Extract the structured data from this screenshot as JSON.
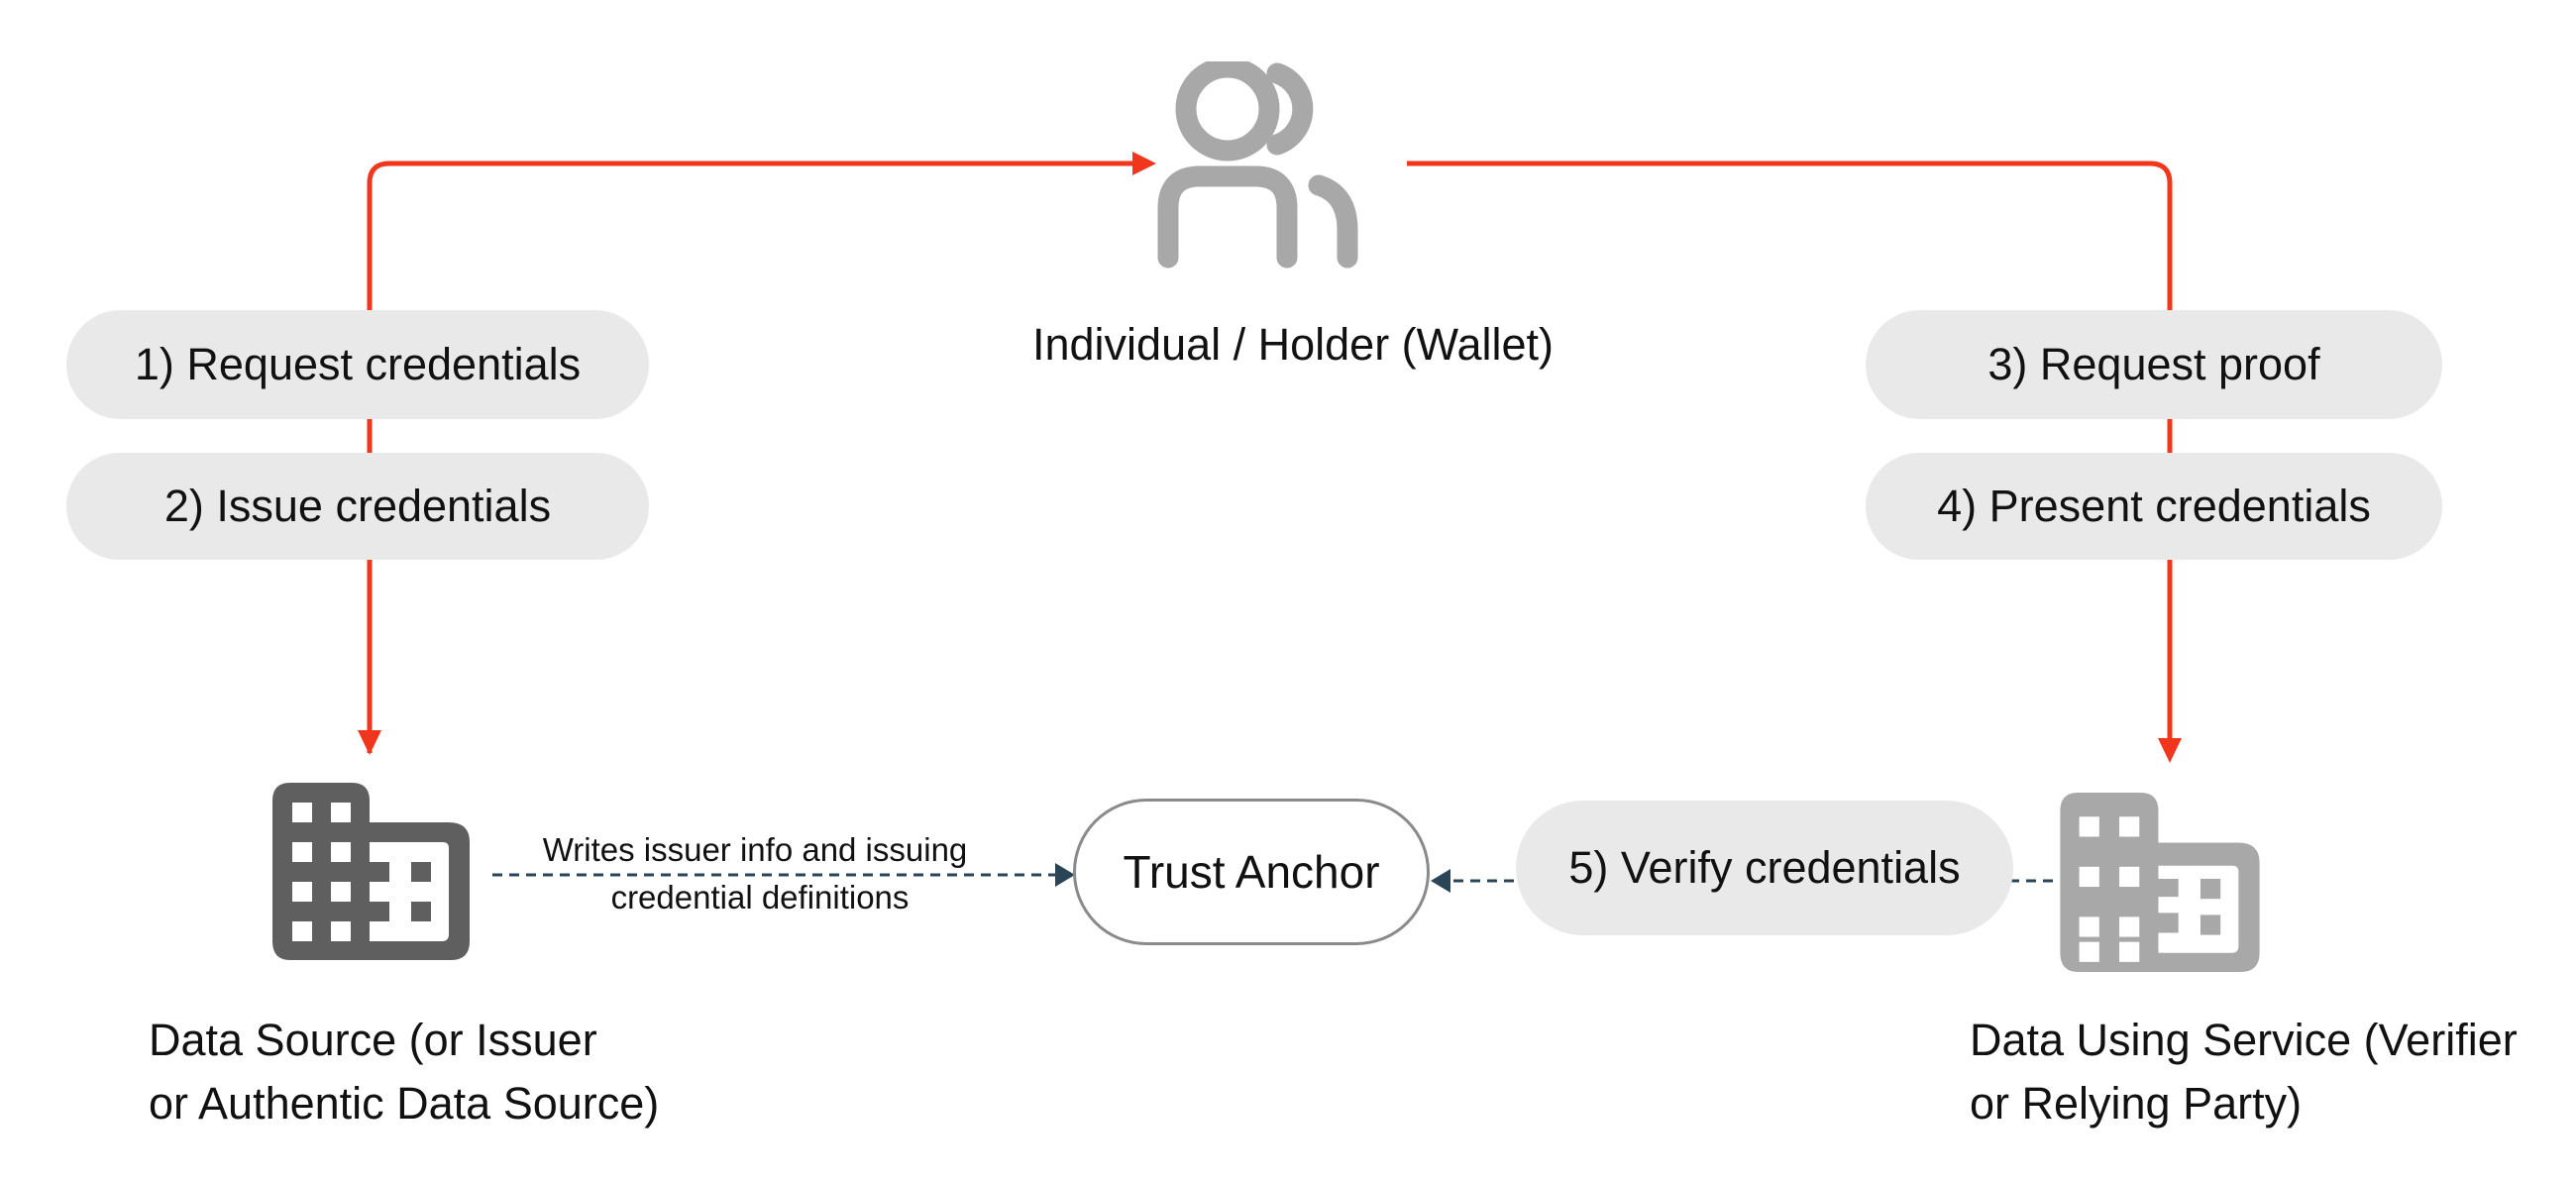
{
  "diagram": {
    "colors": {
      "flow_arrow": "#f2361d",
      "dashed_arrow": "#2b4558",
      "pill_fill": "#e9e9e9",
      "issuer_icon": "#5f5f5f",
      "verifier_icon": "#a8a8a8",
      "holder_icon": "#a8a8a8",
      "anchor_border": "#8a8a8a"
    },
    "nodes": {
      "holder": {
        "icon": "users-icon",
        "label": "Individual / Holder (Wallet)"
      },
      "issuer": {
        "icon": "building-icon",
        "label_line1": "Data Source (or Issuer",
        "label_line2": "or Authentic Data Source)"
      },
      "verifier": {
        "icon": "building-icon",
        "label_line1": "Data Using Service (Verifier",
        "label_line2": "or Relying Party)"
      },
      "trust_anchor": {
        "label": "Trust Anchor"
      }
    },
    "steps": [
      {
        "label": "1) Request credentials"
      },
      {
        "label": "2) Issue credentials"
      },
      {
        "label": "3) Request proof"
      },
      {
        "label": "4) Present credentials"
      },
      {
        "label": "5) Verify credentials"
      }
    ],
    "edges": {
      "issuer_to_anchor": {
        "line1": "Writes issuer info and issuing",
        "line2": "credential definitions"
      }
    }
  }
}
